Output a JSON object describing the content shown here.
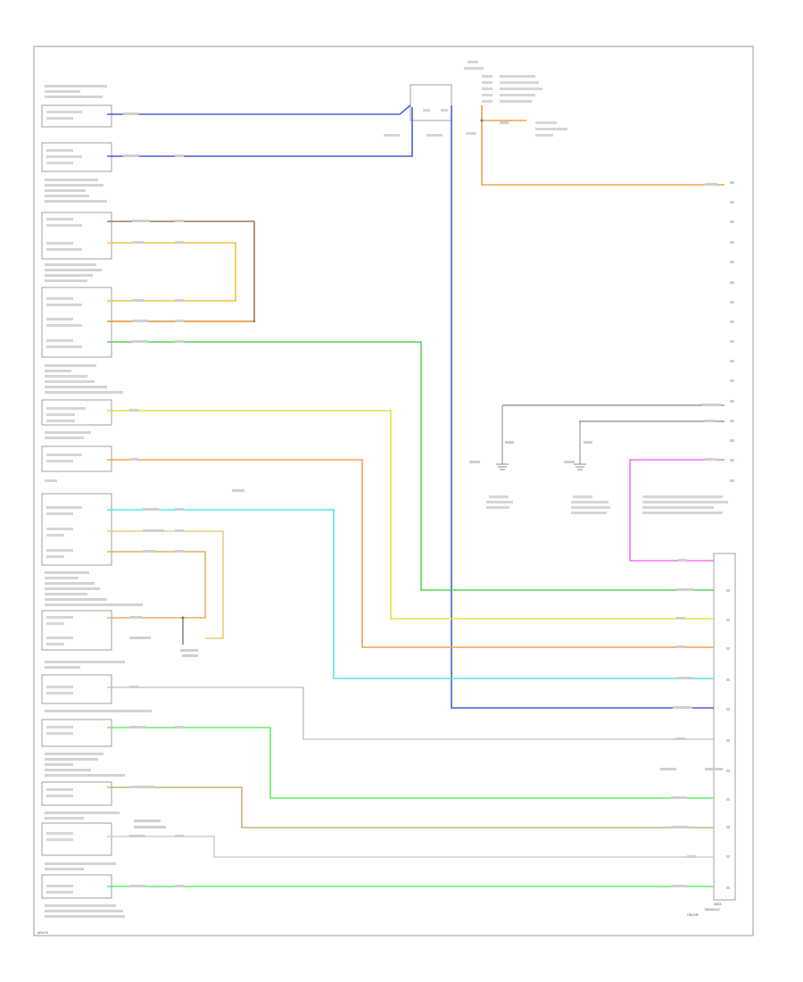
{
  "diagram": {
    "footer_right": [
      "DATA",
      "MANUALS",
      "ONLINE"
    ],
    "footer_left": "ARGOS",
    "colors": {
      "blue": "#4a5fd0",
      "orange": "#f2a24a",
      "gray": "#9a9a9a",
      "green": "#4ccf4c",
      "yellow": "#e8e040",
      "cyan": "#49e3e3",
      "magenta": "#f070f0",
      "tan": "#c9b27a",
      "brown": "#9a7a5a",
      "lightgray": "#c8c8c8"
    }
  }
}
